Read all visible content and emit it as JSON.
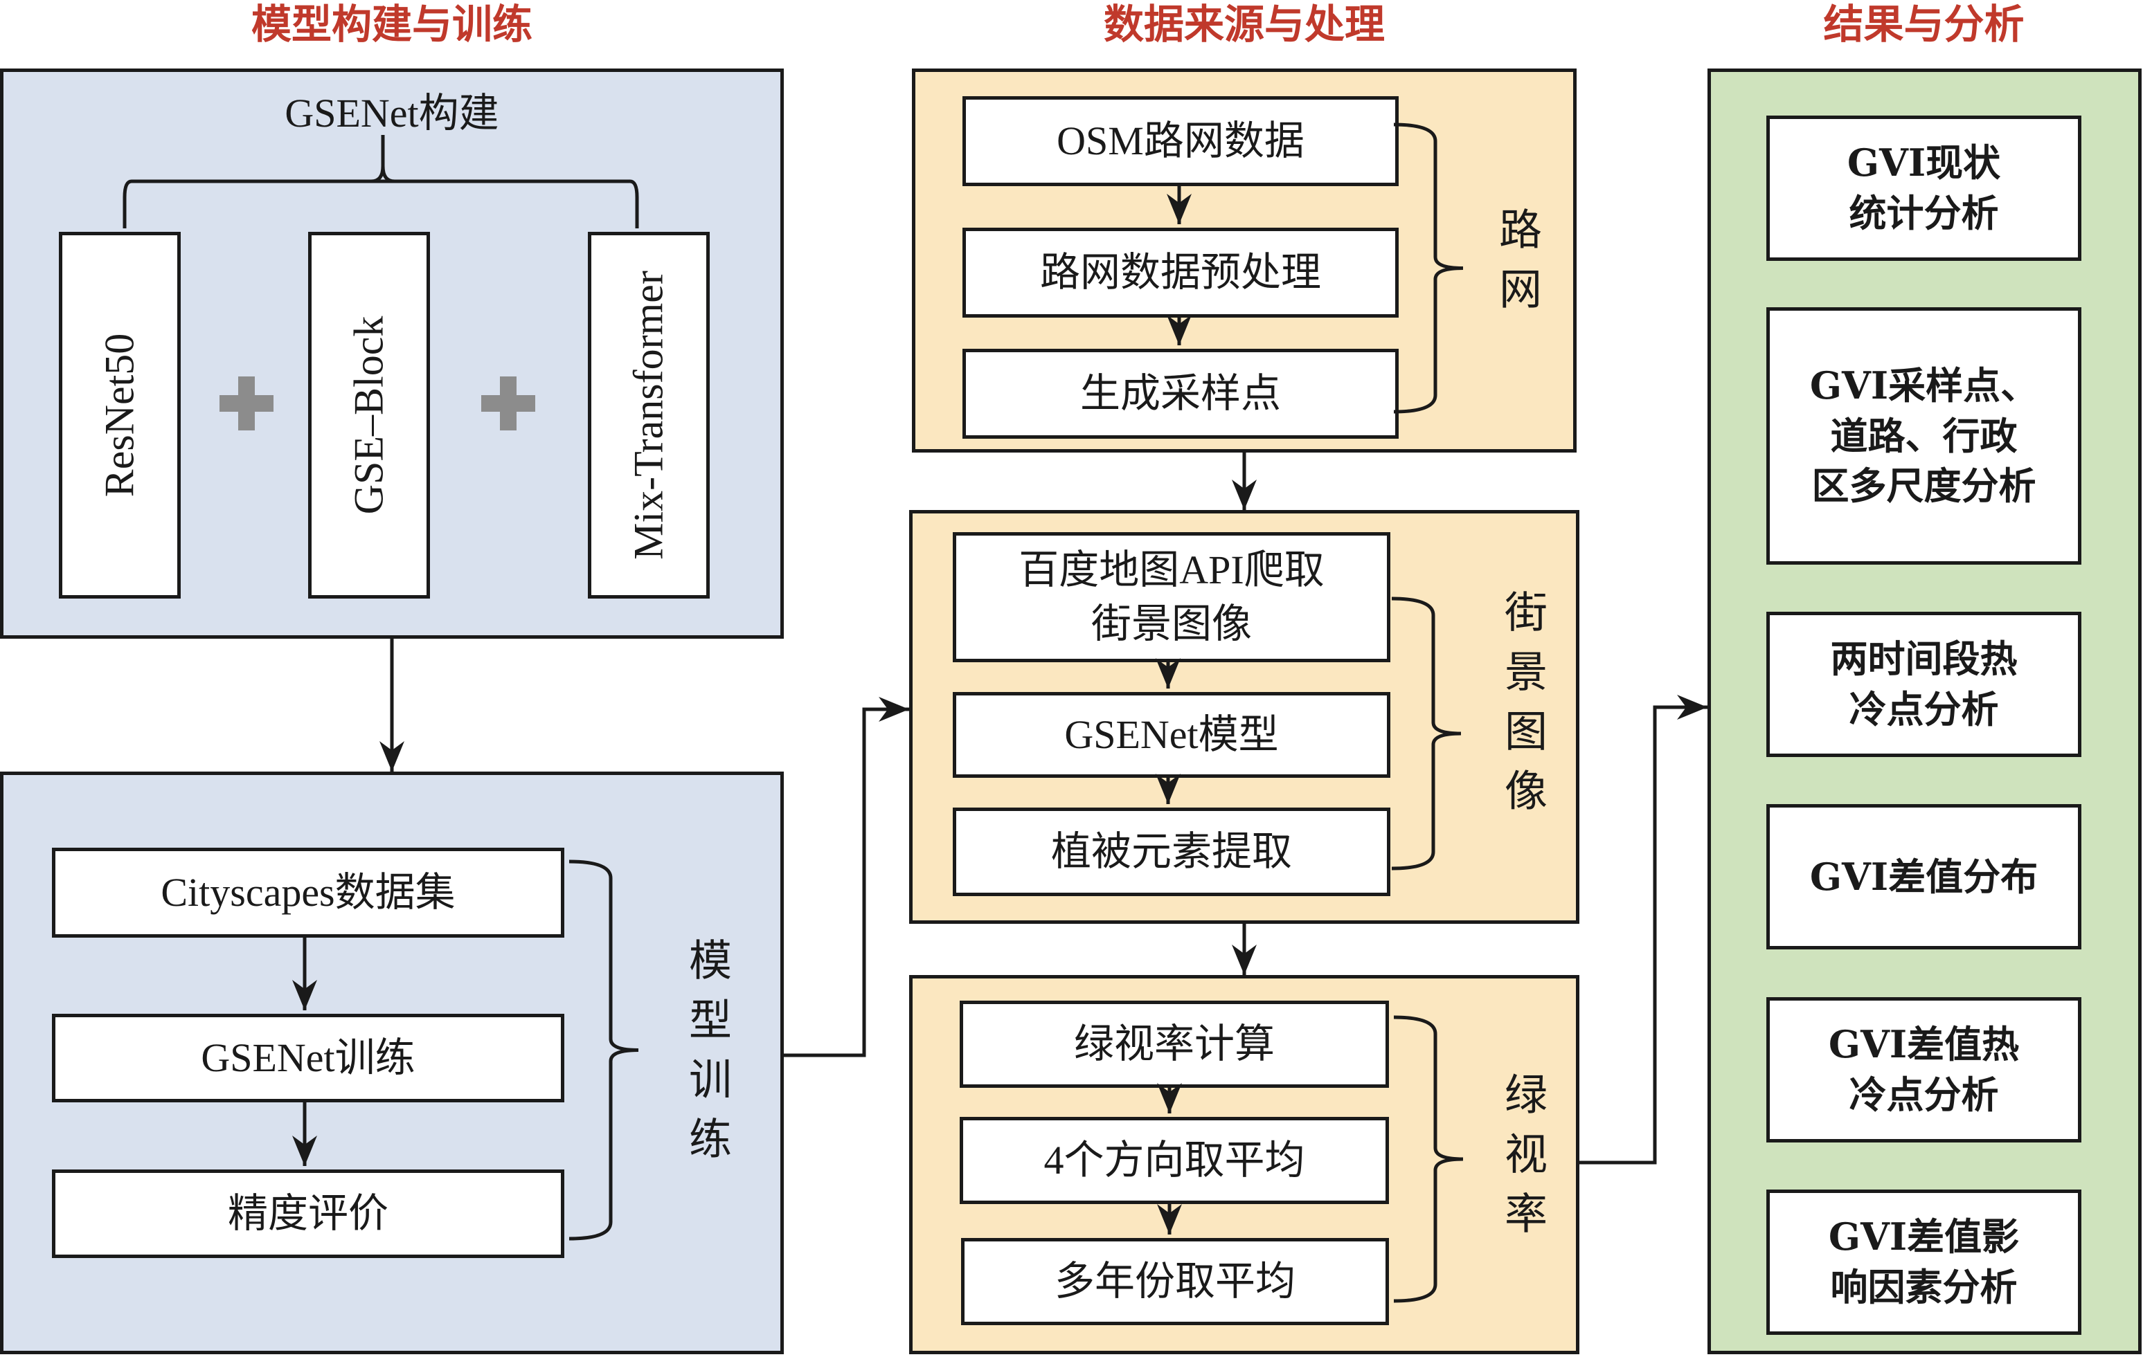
{
  "sections": {
    "model": "模型构建与训练",
    "data": "数据来源与处理",
    "results": "结果与分析"
  },
  "model_build": {
    "title": "GSENet构建",
    "components": [
      "ResNet50",
      "GSE–Block",
      "Mix-Transformer"
    ],
    "operator": "+"
  },
  "model_train": {
    "label": "模型训练",
    "steps": [
      "Cityscapes数据集",
      "GSENet训练",
      "精度评价"
    ]
  },
  "road_network": {
    "label": "路网",
    "steps": [
      "OSM路网数据",
      "路网数据预处理",
      "生成采样点"
    ]
  },
  "street_view": {
    "label": "街景图像",
    "steps": [
      "百度地图API爬取\n街景图像",
      "GSENet模型",
      "植被元素提取"
    ]
  },
  "green_view": {
    "label": "绿视率",
    "steps": [
      "绿视率计算",
      "4个方向取平均",
      "多年份取平均"
    ]
  },
  "results": {
    "items": [
      "GVI现状\n统计分析",
      "GVI采样点、\n道路、行政\n区多尺度分析",
      "两时间段热\n冷点分析",
      "GVI差值分布",
      "GVI差值热\n冷点分析",
      "GVI差值影\n响因素分析"
    ]
  },
  "colors": {
    "title_red": "#c0392b",
    "model_panel": "#d9e1ee",
    "data_panel": "#fbe7c0",
    "results_panel": "#cfe3bd",
    "plus_gray": "#8c8c8c"
  }
}
